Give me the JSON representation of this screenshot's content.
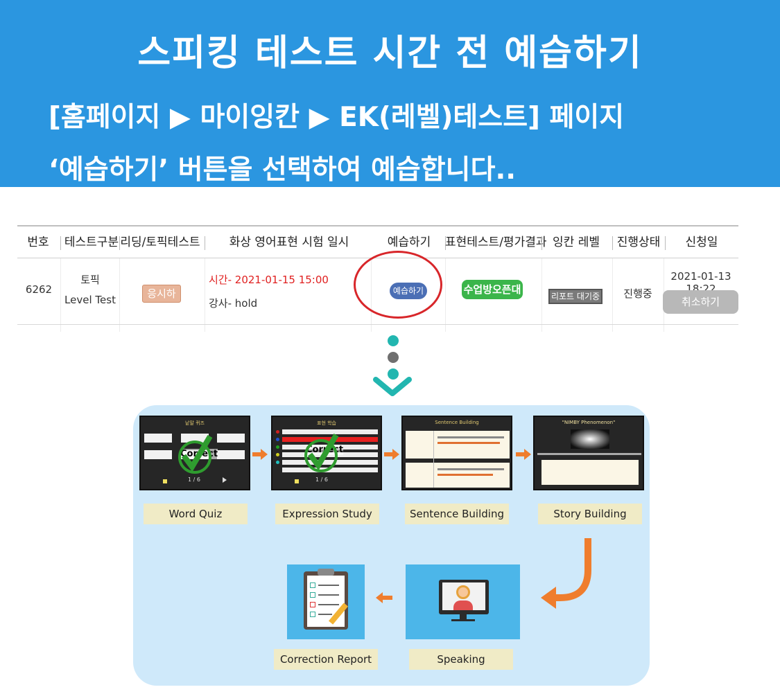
{
  "banner": {
    "title": "스피킹 테스트 시간 전 예습하기",
    "line1": "[홈페이지 ▶ 마이잉칸 ▶ EK(레벨)테스트] 페이지",
    "line2": "‘예습하기’ 버튼을 선택하여 예습합니다.."
  },
  "table": {
    "headers": [
      "번호",
      "테스트구분",
      "리딩/토픽테스트",
      "화상 영어표현 시험 일시",
      "예습하기",
      "표현테스트/평가결과",
      "잉칸 레벨",
      "진행상태",
      "신청일"
    ],
    "row": {
      "number": "6262",
      "type_line1": "토픽",
      "type_line2": "Level Test",
      "apply_button": "응시하기",
      "time": "시간- 2021-01-15 15:00",
      "teacher": "강사- hold",
      "preview_button": "예습하기",
      "result_button": "수업방오픈대기",
      "level_button": "리포트 대기중",
      "status": "진행중",
      "date": "2021-01-13 18:22",
      "cancel_button": "취소하기"
    }
  },
  "flow": {
    "steps": [
      "Word Quiz",
      "Expression Study",
      "Sentence Building",
      "Story Building",
      "Speaking",
      "Correction Report"
    ],
    "shots": {
      "word_quiz_title": "낱말 퀴즈",
      "word_quiz_page": "1 / 6",
      "word_quiz_correct": "Correct",
      "expression_title": "표현 학습",
      "expression_page": "1 / 6",
      "expression_correct": "Correct",
      "sentence_title": "Sentence Building",
      "story_title": "\"NIMBY Phenomenon\""
    }
  },
  "colors": {
    "banner": "#2b96e0",
    "accent_teal": "#22b6b0",
    "arrow_orange": "#ef7d2d",
    "panel_bg": "#cfe9fa",
    "label_bg": "#f0ebc6",
    "highlight_red": "#d8262a"
  }
}
